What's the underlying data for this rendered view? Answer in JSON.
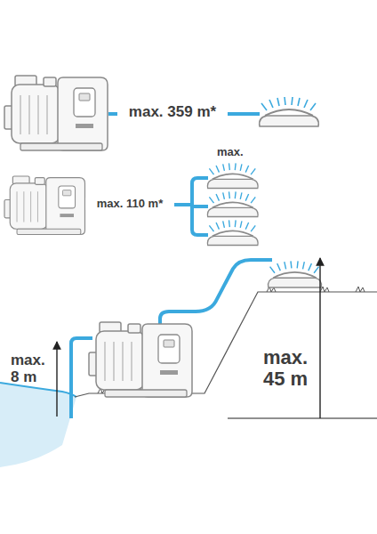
{
  "diagram": {
    "labels": [
      "max. 359 m*",
      "max. 110 m*",
      "max.",
      "max. 8 m",
      "max. 45 m"
    ]
  }
}
